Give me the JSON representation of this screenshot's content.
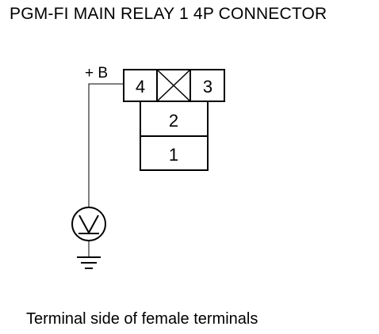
{
  "diagram": {
    "title": "PGM-FI MAIN RELAY 1 4P CONNECTOR",
    "caption": "Terminal side of female terminals",
    "supply_label": "+ B",
    "connector": {
      "terminals": {
        "t4": "4",
        "t3": "3",
        "t2": "2",
        "t1": "1"
      },
      "empty_cavity_icon": "crossed-box-icon"
    },
    "meter_icon": "voltmeter-icon",
    "meter_symbol": "V",
    "ground_icon": "ground-icon"
  }
}
